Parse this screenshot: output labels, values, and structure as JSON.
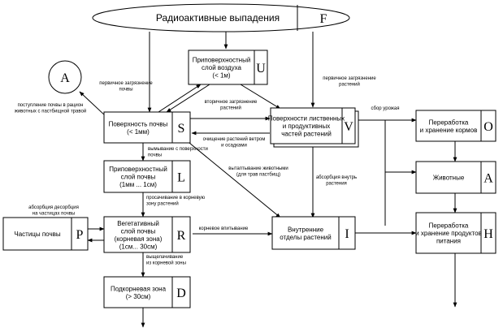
{
  "fallout": {
    "label": "Радиоактивные выпадения",
    "letter": "F"
  },
  "animal_circle": {
    "letter": "A"
  },
  "nodes": {
    "u": {
      "lines": [
        "Приповерхностный",
        "слой воздуха",
        "(< 1м)"
      ],
      "letter": "U"
    },
    "s": {
      "lines": [
        "Поверхность почвы",
        "(< 1мм)"
      ],
      "letter": "S"
    },
    "v": {
      "lines": [
        "Поверхности лиственных",
        "и продуктивных",
        "частей растений"
      ],
      "letter": "V"
    },
    "o": {
      "lines": [
        "Переработка",
        "и хранение кормов"
      ],
      "letter": "O"
    },
    "l": {
      "lines": [
        "Приповерхностный",
        "слой почвы",
        "(1мм ... 1см)"
      ],
      "letter": "L"
    },
    "a": {
      "lines": [
        "Животные"
      ],
      "letter": "A"
    },
    "p": {
      "lines": [
        "Частицы почвы"
      ],
      "letter": "P"
    },
    "r": {
      "lines": [
        "Вегетативный",
        "слой почвы",
        "(корневая зона)",
        "(1см... 30см)"
      ],
      "letter": "R"
    },
    "i": {
      "lines": [
        "Внутренние",
        "отделы растений"
      ],
      "letter": "I"
    },
    "h": {
      "lines": [
        "Переработка",
        "и хранение продуктов",
        "питания"
      ],
      "letter": "H"
    },
    "d": {
      "lines": [
        "Подкорневая зона",
        "(> 30см)"
      ],
      "letter": "D"
    }
  },
  "edge_labels": {
    "primary_soil": [
      "первичное загрязнение",
      "почвы"
    ],
    "primary_plants": [
      "первичное загрязнение",
      "растений"
    ],
    "secondary_plants": [
      "вторичное загрязнение",
      "растений"
    ],
    "soil_to_animals": [
      "поступление почвы в рацион",
      "животных с пастбищной травой"
    ],
    "harvest": [
      "сбор урожая"
    ],
    "wind_cleaning": [
      "очищение растений ветром",
      "и осадками"
    ],
    "washing_out": [
      "вымывание с поверхности",
      "почвы"
    ],
    "trampling": [
      "вытаптывание животными",
      "(для трав пастбищ)"
    ],
    "absorption_inside": [
      "абсорбция внутрь",
      "растения"
    ],
    "seepage": [
      "просачивание в корневую",
      "зону растений"
    ],
    "desorption": [
      "абсорбция десорбция",
      "на частицах почвы"
    ],
    "root_uptake": [
      "корневое впитывание"
    ],
    "leaching": [
      "выщелачивание",
      "из корневой зоны"
    ]
  }
}
